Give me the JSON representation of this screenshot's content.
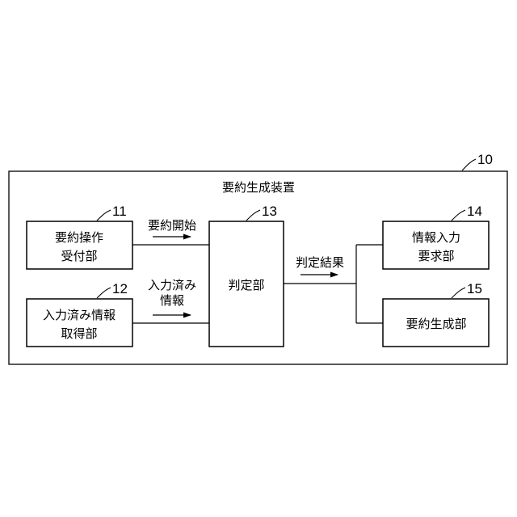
{
  "device": {
    "ref": "10",
    "title": "要約生成装置"
  },
  "blocks": {
    "b11": {
      "ref": "11",
      "line1": "要約操作",
      "line2": "受付部"
    },
    "b12": {
      "ref": "12",
      "line1": "入力済み情報",
      "line2": "取得部"
    },
    "b13": {
      "ref": "13",
      "line1": "判定部"
    },
    "b14": {
      "ref": "14",
      "line1": "情報入力",
      "line2": "要求部"
    },
    "b15": {
      "ref": "15",
      "line1": "要約生成部"
    }
  },
  "signals": {
    "start": "要約開始",
    "input_done_1": "入力済み",
    "input_done_2": "情報",
    "result": "判定結果"
  },
  "colors": {
    "line": "#000000",
    "background": "#ffffff"
  }
}
